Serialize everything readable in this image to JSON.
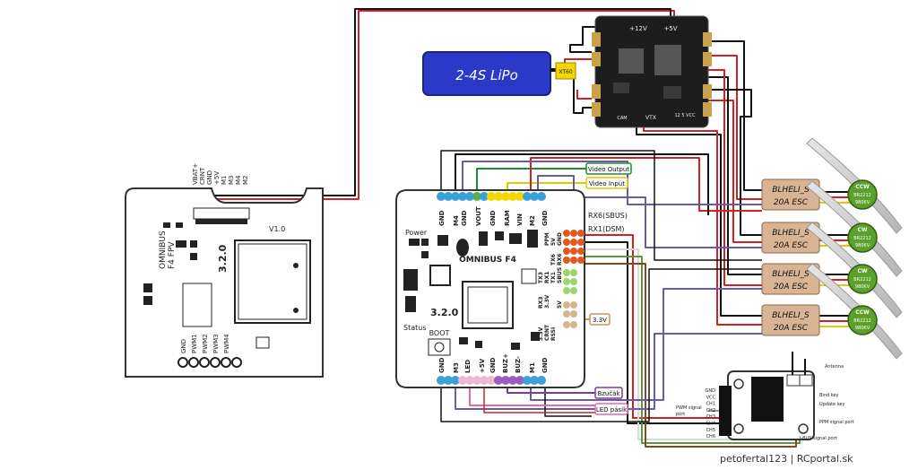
{
  "battery": {
    "label": "2-4S LiPo",
    "connector": "XT60",
    "color": "#2b39c8"
  },
  "pdb": {
    "v12": "+12V",
    "v5": "+5V",
    "vtx": "VTX",
    "cam": "CAM",
    "vcc": "12 5 VCC"
  },
  "fpv_board": {
    "name1": "OMNIBUS",
    "name2": "F4 FPV",
    "version": "3.2.0",
    "rev": "V1.0",
    "top_pins": [
      "VBAT+",
      "CRNT",
      "GND",
      "+5V",
      "M1",
      "M3",
      "M4",
      "M2"
    ],
    "pwm_pins": [
      "GND",
      "PWM1",
      "PWM2",
      "PWM3",
      "PWM4"
    ]
  },
  "f4_board": {
    "name": "OMNIBUS F4",
    "version": "3.2.0",
    "power": "Power",
    "status": "Status",
    "boot": "BOOT",
    "top_pins": [
      "GND",
      "M4",
      "GND",
      "VOUT",
      "GND",
      "RAM",
      "VIN",
      "M2",
      "GND"
    ],
    "bottom_pins": [
      "GND",
      "M3",
      "LED",
      "+5V",
      "GND",
      "BUZ+",
      "BUZ-",
      "M1",
      "GND"
    ],
    "right_pins": [
      "GND",
      "5V",
      "PPM",
      "RX6",
      "TX6",
      "RX1",
      "TX1",
      "SBUS",
      "5V",
      "3.3V",
      "RSSI",
      "CRNT"
    ],
    "right_pins2": [
      "RX3",
      "TX3",
      "3.3V"
    ],
    "rx6_label": "RX6(SBUS)",
    "rx1_label": "RX1(DSM)"
  },
  "callouts": {
    "video_output": "Video Output",
    "video_input": "Video Input",
    "v33": "3.3V",
    "bzucak": "Bzučák",
    "led": "LED pásik"
  },
  "escs": [
    {
      "label1": "BLHELI_S",
      "label2": "20A ESC",
      "dir": "CCW",
      "motor1": "BR2212",
      "motor2": "980KV"
    },
    {
      "label1": "BLHELI_S",
      "label2": "20A ESC",
      "dir": "CW",
      "motor1": "BR2212",
      "motor2": "980KV"
    },
    {
      "label1": "BLHELI_S",
      "label2": "20A ESC",
      "dir": "CW",
      "motor1": "BR2212",
      "motor2": "980KV"
    },
    {
      "label1": "BLHELI_S",
      "label2": "20A ESC",
      "dir": "CCW",
      "motor1": "BR2212",
      "motor2": "980KV"
    }
  ],
  "receiver": {
    "pins": [
      "GND",
      "VCC",
      "CH1",
      "CH2",
      "CH3",
      "CH4",
      "CH5",
      "CH6"
    ],
    "pwm_port": "PWM signal\nport",
    "antenna": "Antenna",
    "bind_key": "Bind key",
    "update_key": "Update key",
    "ppm_port": "PPM signal port",
    "ibus_port": "I-BUS signal port"
  },
  "credit": "petofertal123 | RCportal.sk"
}
